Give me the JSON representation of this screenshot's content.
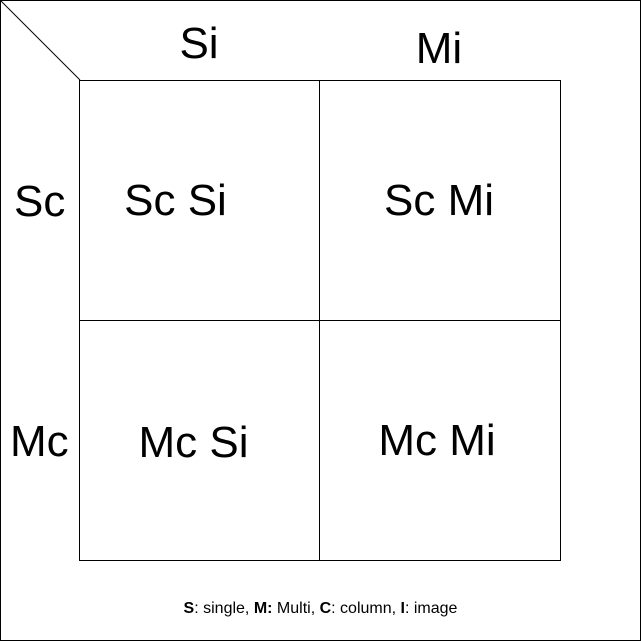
{
  "columns": {
    "single": "Si",
    "multi": "Mi"
  },
  "rows": {
    "single": "Sc",
    "multi": "Mc"
  },
  "cells": {
    "sc_si": "Sc Si",
    "sc_mi": "Sc Mi",
    "mc_si": "Mc Si",
    "mc_mi": "Mc Mi"
  },
  "legend": {
    "s_key": "S",
    "s_text": ": single, ",
    "m_key": "M:",
    "m_text": " Multi, ",
    "c_key": "C",
    "c_text": ": column, ",
    "i_key": "I",
    "i_text": ": image"
  }
}
